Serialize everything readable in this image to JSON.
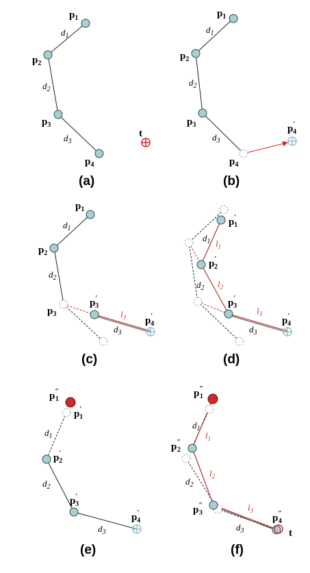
{
  "colors": {
    "joint_fill": "#a9cfd3",
    "joint_stroke": "#2f4f4f",
    "target_red": "#cc2a2a",
    "link_red": "#b03030",
    "ghost": "#9a9a9a",
    "light_target": "#8fc1cc"
  },
  "symbols": {
    "target": "t",
    "p": "p"
  },
  "panels": [
    {
      "caption": "(a)"
    },
    {
      "caption": "(b)"
    },
    {
      "caption": "(c)"
    },
    {
      "caption": "(d)"
    },
    {
      "caption": "(e)"
    },
    {
      "caption": "(f)"
    }
  ]
}
